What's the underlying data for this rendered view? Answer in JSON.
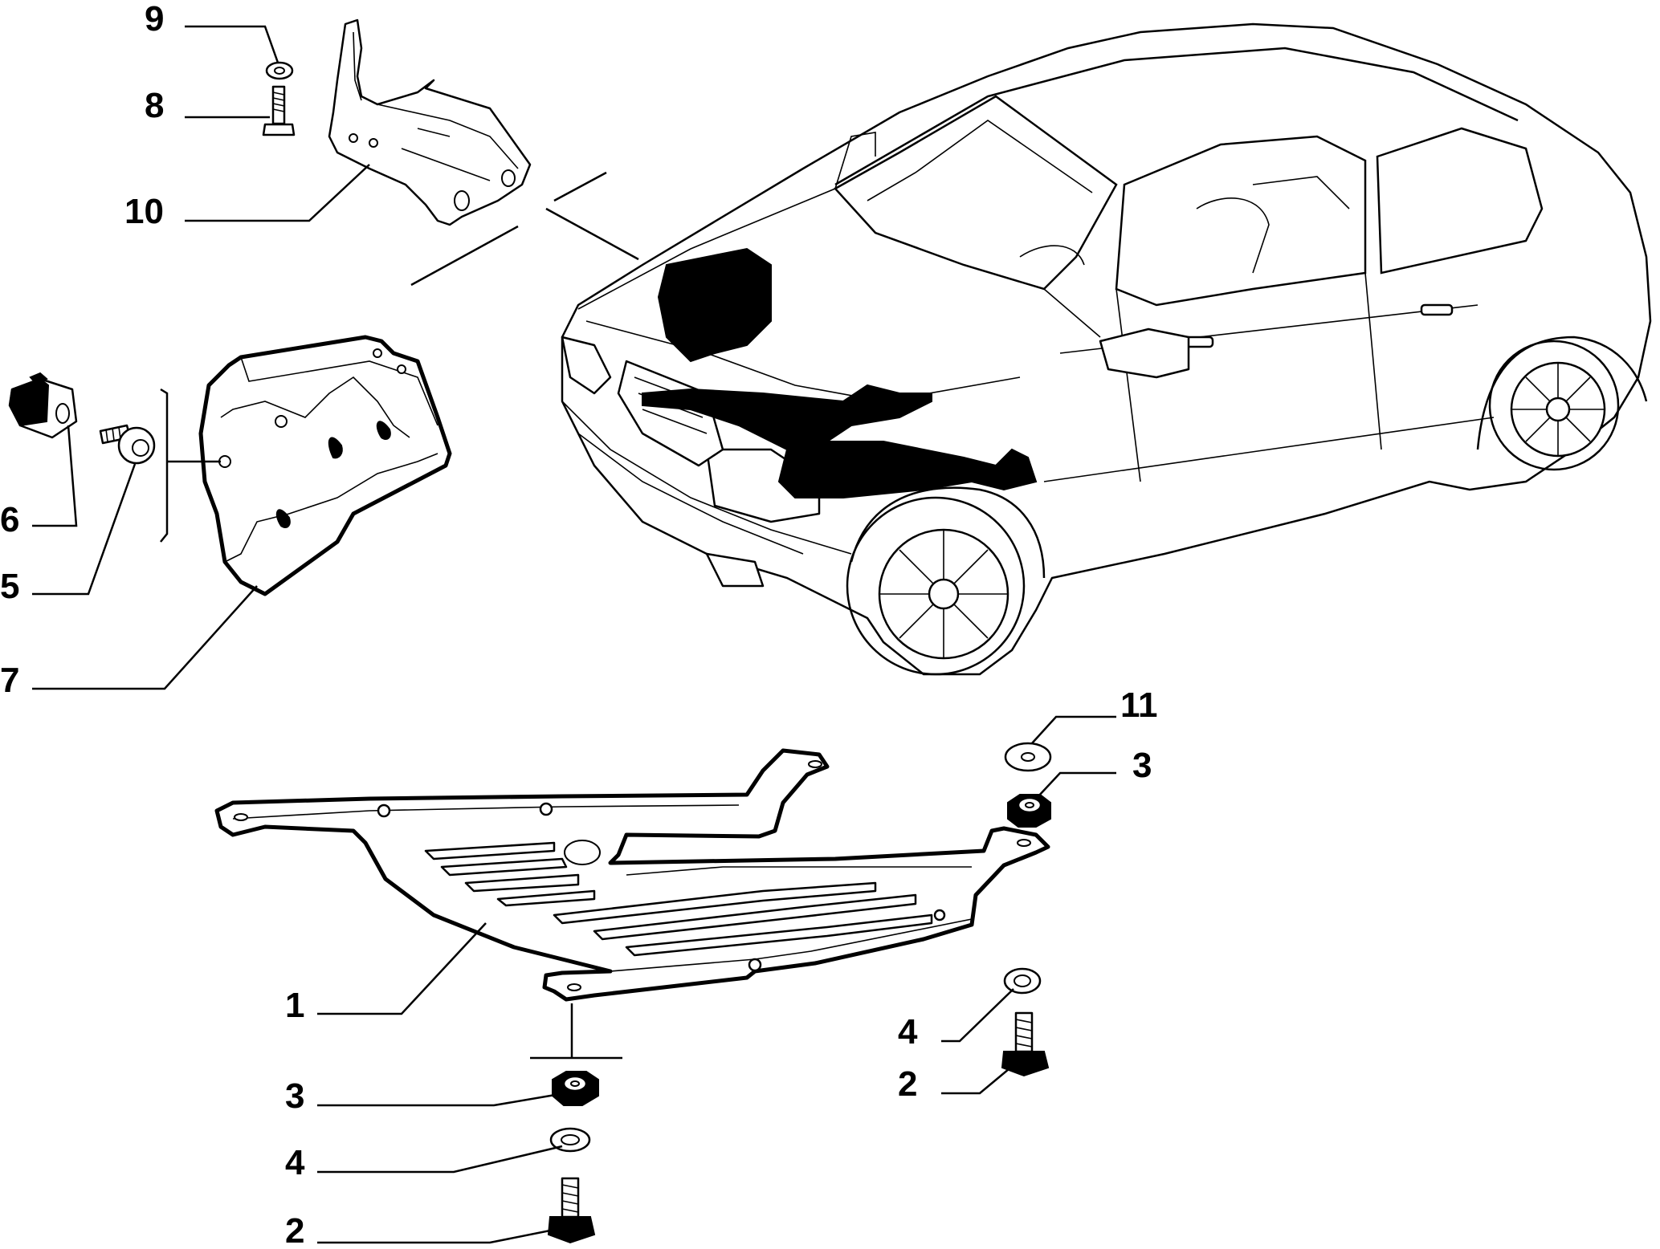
{
  "callouts": [
    {
      "id": "9",
      "label": "9"
    },
    {
      "id": "8",
      "label": "8"
    },
    {
      "id": "10",
      "label": "10"
    },
    {
      "id": "6",
      "label": "6"
    },
    {
      "id": "5",
      "label": "5"
    },
    {
      "id": "7",
      "label": "7"
    },
    {
      "id": "11",
      "label": "11"
    },
    {
      "id": "3a",
      "label": "3"
    },
    {
      "id": "1",
      "label": "1"
    },
    {
      "id": "4a",
      "label": "4"
    },
    {
      "id": "2a",
      "label": "2"
    },
    {
      "id": "3b",
      "label": "3"
    },
    {
      "id": "4b",
      "label": "4"
    },
    {
      "id": "2b",
      "label": "2"
    }
  ]
}
